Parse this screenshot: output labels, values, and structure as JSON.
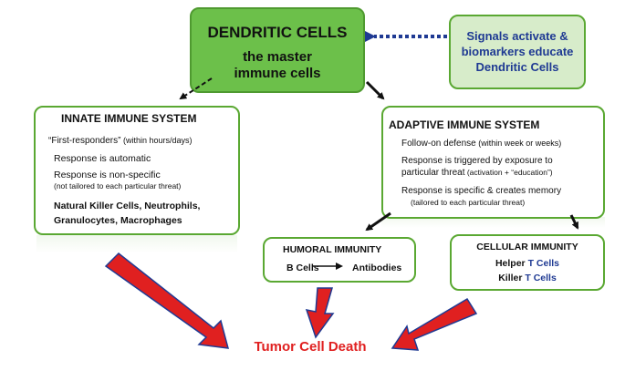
{
  "dendritic": {
    "title": "DENDRITIC CELLS",
    "subtitle_line1": "the master",
    "subtitle_line2": "immune cells"
  },
  "signals": {
    "line1": "Signals activate &",
    "line2": "biomarkers educate",
    "line3": "Dendritic Cells"
  },
  "innate": {
    "title": "INNATE IMMUNE SYSTEM",
    "first_a": "“First-responders”",
    "first_b": " (within hours/days)",
    "automatic": "Response is automatic",
    "nonspecific": "Response is non-specific",
    "nonspecific_note": "(not tailored to each particular threat)",
    "cells_line1": "Natural Killer Cells,  Neutrophils,",
    "cells_line2": "Granulocytes,  Macrophages"
  },
  "adaptive": {
    "title": "ADAPTIVE IMMUNE SYSTEM",
    "followon_a": "Follow-on defense",
    "followon_b": " (within week or weeks)",
    "triggered_line1": "Response is triggered by exposure to",
    "triggered_line2a": "particular threat",
    "triggered_line2b": "  (activation + “education”)",
    "specific": "Response is specific & creates memory",
    "specific_note": "(tailored to each particular threat)"
  },
  "humoral": {
    "title": "HUMORAL IMMUNITY",
    "b_cells": "B Cells",
    "antibodies": "Antibodies"
  },
  "cellular": {
    "title": "CELLULAR IMMUNITY",
    "helper_a": "Helper ",
    "helper_b": "T Cells",
    "killer_a": "Killer ",
    "killer_b": "T Cells"
  },
  "outcome": "Tumor Cell Death",
  "colors": {
    "box_green_border": "#5aa832",
    "dendritic_fill": "#6cc04a",
    "signals_fill": "#d7ecca",
    "blue_text": "#1f3a93",
    "red_arrow": "#e02020",
    "red_text": "#e02020"
  }
}
